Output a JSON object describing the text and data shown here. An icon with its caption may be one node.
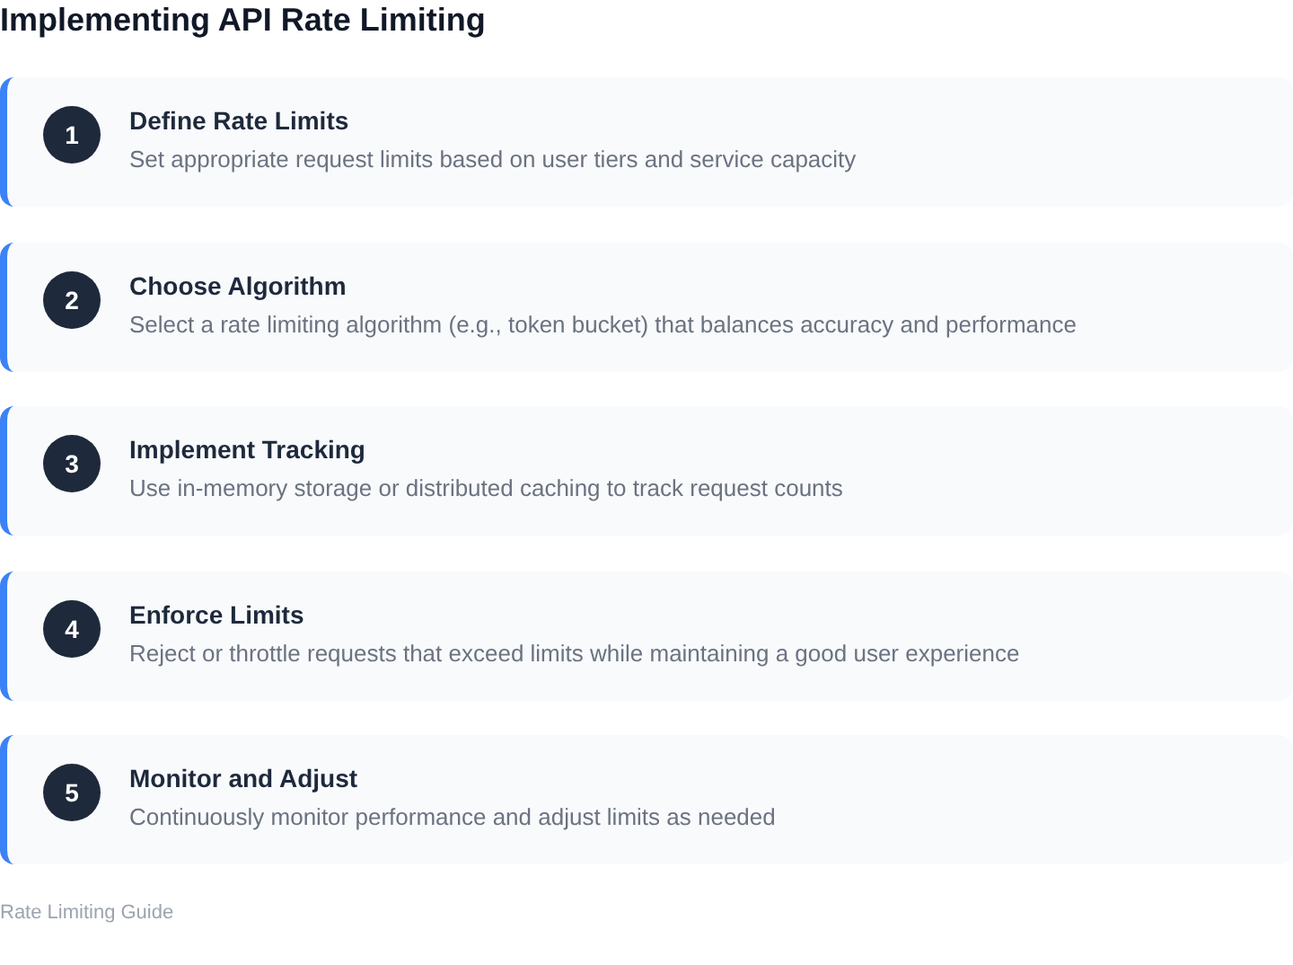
{
  "diagram": {
    "title": "Implementing API Rate Limiting",
    "nodes": [
      {
        "text": [
          "Define Rate Limits",
          "Set appropriate request limits based on user tiers and service capacity"
        ]
      },
      {
        "text": [
          "1"
        ],
        "in": 0
      },
      {
        "text": [
          "Choose Algorithm",
          "Select a rate limiting algorithm (e.g., token bucket) that balances accuracy and performance"
        ]
      },
      {
        "text": [
          "2"
        ],
        "in": 2
      },
      {
        "text": [
          "Implement Tracking",
          "Use in-memory storage or distributed caching to track request counts"
        ]
      },
      {
        "text": [
          "3"
        ],
        "in": 4
      },
      {
        "text": [
          "Enforce Limits",
          "Reject or throttle requests that exceed limits while maintaining a good user experience"
        ]
      },
      {
        "text": [
          "4"
        ],
        "in": 6
      },
      {
        "text": [
          "Monitor and Adjust",
          "Continuously monitor performance and adjust limits as needed"
        ]
      },
      {
        "text": [
          "5"
        ],
        "in": 8
      }
    ],
    "edges": [],
    "labels": [
      "Rate Limiting Guide"
    ]
  }
}
